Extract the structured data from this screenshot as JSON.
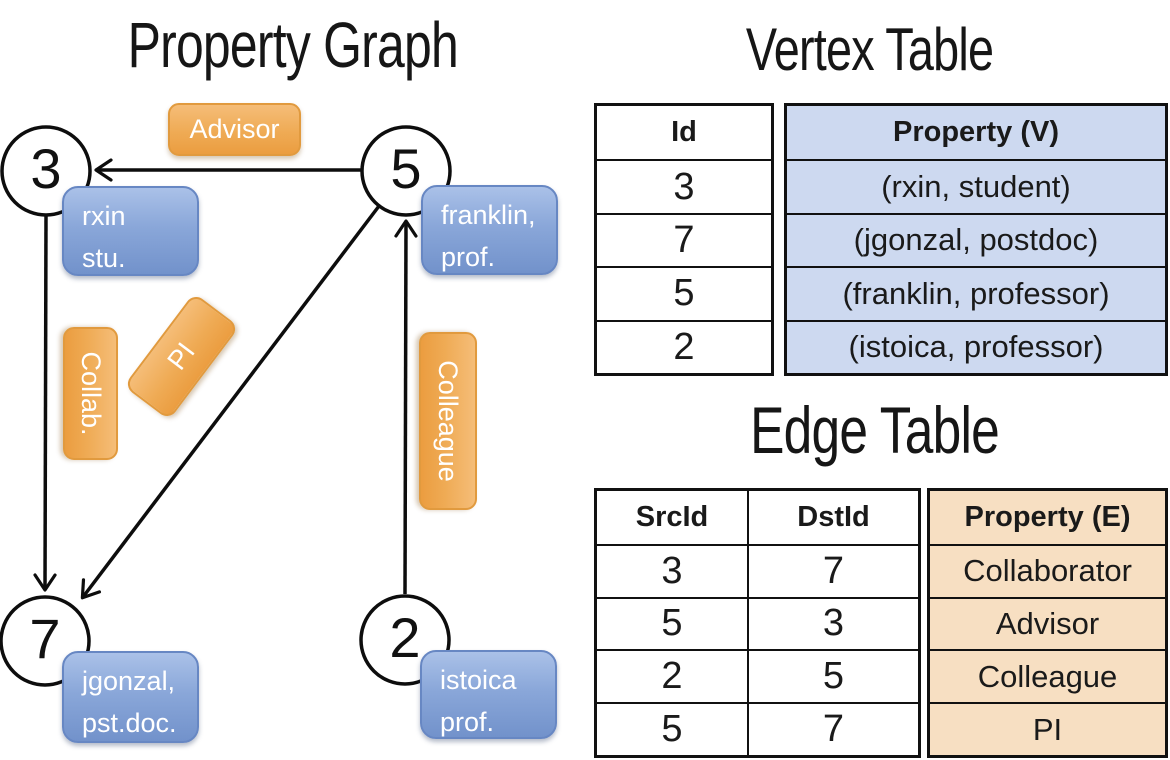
{
  "graph": {
    "title": "Property Graph",
    "nodes": [
      {
        "id": "3",
        "property_lines": [
          "rxin",
          "stu."
        ]
      },
      {
        "id": "5",
        "property_lines": [
          "franklin,",
          "prof."
        ]
      },
      {
        "id": "7",
        "property_lines": [
          "jgonzal,",
          "pst.doc."
        ]
      },
      {
        "id": "2",
        "property_lines": [
          "istoica",
          "prof."
        ]
      }
    ],
    "edges": [
      {
        "src": "5",
        "dst": "3",
        "label": "Advisor"
      },
      {
        "src": "3",
        "dst": "7",
        "label": "Collab."
      },
      {
        "src": "5",
        "dst": "7",
        "label": "PI"
      },
      {
        "src": "2",
        "dst": "5",
        "label": "Colleague"
      }
    ]
  },
  "vertex_table": {
    "title": "Vertex Table",
    "columns": {
      "id": "Id",
      "property": "Property (V)"
    },
    "rows": [
      {
        "id": "3",
        "property": "(rxin, student)"
      },
      {
        "id": "7",
        "property": "(jgonzal, postdoc)"
      },
      {
        "id": "5",
        "property": "(franklin, professor)"
      },
      {
        "id": "2",
        "property": "(istoica, professor)"
      }
    ]
  },
  "edge_table": {
    "title": "Edge Table",
    "columns": {
      "src": "SrcId",
      "dst": "DstId",
      "property": "Property (E)"
    },
    "rows": [
      {
        "src": "3",
        "dst": "7",
        "property": "Collaborator"
      },
      {
        "src": "5",
        "dst": "3",
        "property": "Advisor"
      },
      {
        "src": "2",
        "dst": "5",
        "property": "Colleague"
      },
      {
        "src": "5",
        "dst": "7",
        "property": "PI"
      }
    ]
  },
  "colors": {
    "edge_label_orange": "#EFA64C",
    "vertex_label_blue": "#8CA9DA",
    "vertex_property_fill": "#CDD9F0",
    "edge_property_fill": "#F7DFC2",
    "table_border": "#111111",
    "label_text": "#FFFFFF",
    "line_black": "#0D0D0D"
  }
}
